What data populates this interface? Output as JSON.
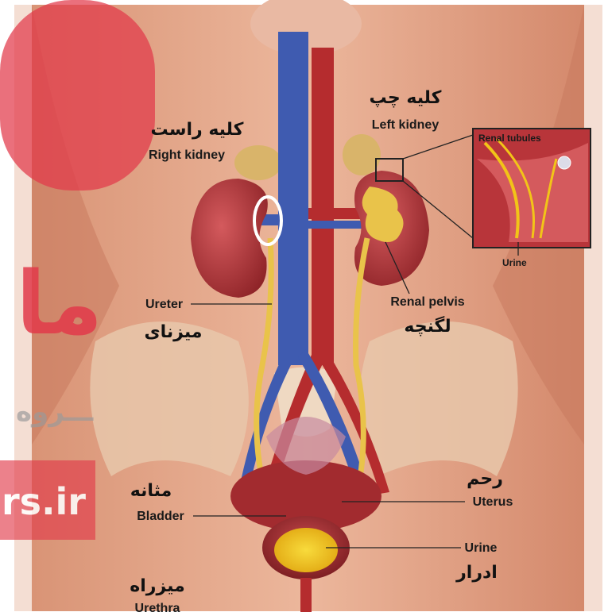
{
  "labels": {
    "right_kidney_fa": "کلیه راست",
    "right_kidney_en": "Right kidney",
    "left_kidney_fa": "کلیه چپ",
    "left_kidney_en": "Left kidney",
    "renal_tubules": "Renal tubules",
    "inset_urine": "Urine",
    "ureter_en": "Ureter",
    "ureter_fa": "میزنای",
    "renal_pelvis_en": "Renal pelvis",
    "renal_pelvis_fa": "لگنچه",
    "bladder_fa": "مثانه",
    "bladder_en": "Bladder",
    "uterus_fa": "رحم",
    "uterus_en": "Uterus",
    "urine_en": "Urine",
    "urine_fa": "ادرار",
    "urethra_fa": "میزراه",
    "urethra_en": "Urethra"
  },
  "watermark": {
    "line1": "ما",
    "line2": "ـــروه",
    "line3": "rs.ir"
  },
  "colors": {
    "skin": "#e7a88e",
    "kidney": "#b8353a",
    "vena_cava": "#3f5bb0",
    "aorta": "#b52c2e",
    "ureter": "#e9c34a",
    "bladder": "#9c2a2e",
    "urine": "#f2c418",
    "watermark": "#e23a4a",
    "highlight_ring": "#ffffff"
  }
}
